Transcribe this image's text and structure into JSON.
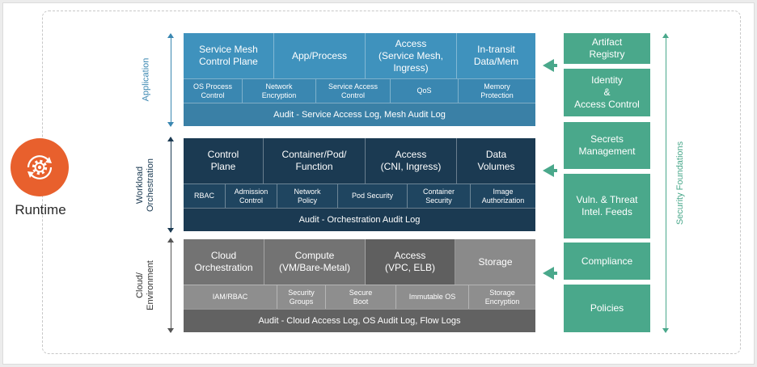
{
  "runtime": {
    "label": "Runtime",
    "icon": "gear-cycle-icon",
    "color": "#e8602d"
  },
  "side_labels": {
    "application": "Application",
    "workload": "Workload\nOrchestration",
    "cloud": "Cloud/\nEnvironment",
    "security": "Security Foundations"
  },
  "layers": {
    "application": {
      "color_top": "#3f92bd",
      "color_mid": "#3a87b1",
      "color_audit": "#3a80a6",
      "top": [
        "Service Mesh\nControl Plane",
        "App/Process",
        "Access\n(Service Mesh,\nIngress)",
        "In-transit\nData/Mem"
      ],
      "mid": [
        "OS Process\nControl",
        "Network\nEncryption",
        "Service Access\nControl",
        "QoS",
        "Memory\nProtection"
      ],
      "audit": "Audit - Service Access Log, Mesh Audit Log"
    },
    "workload": {
      "color_top": "#1b3a52",
      "color_mid": "#1f4560",
      "color_audit": "#1b3a52",
      "top": [
        "Control\nPlane",
        "Container/Pod/\nFunction",
        "Access\n(CNI, Ingress)",
        "Data\nVolumes"
      ],
      "mid": [
        "RBAC",
        "Admission\nControl",
        "Network\nPolicy",
        "Pod Security",
        "Container\nSecurity",
        "Image\nAuthorization"
      ],
      "audit": "Audit - Orchestration Audit Log"
    },
    "cloud": {
      "top_colors": [
        "#737373",
        "#737373",
        "#5f5f5f",
        "#8a8a8a"
      ],
      "color_mid": "#8e8e8e",
      "color_audit": "#626262",
      "top": [
        "Cloud\nOrchestration",
        "Compute\n(VM/Bare-Metal)",
        "Access\n(VPC, ELB)",
        "Storage"
      ],
      "mid": [
        "IAM/RBAC",
        "Security\nGroups",
        "Secure\nBoot",
        "Immutable OS",
        "Storage\nEncryption"
      ],
      "audit": "Audit - Cloud Access Log, OS Audit Log, Flow Logs"
    }
  },
  "security_foundations": {
    "color": "#4aa88b",
    "boxes": [
      "Artifact\nRegistry",
      "Identity\n&\nAccess Control",
      "Secrets\nManagement",
      "Vuln. & Threat\nIntel. Feeds",
      "Compliance",
      "Policies"
    ]
  }
}
